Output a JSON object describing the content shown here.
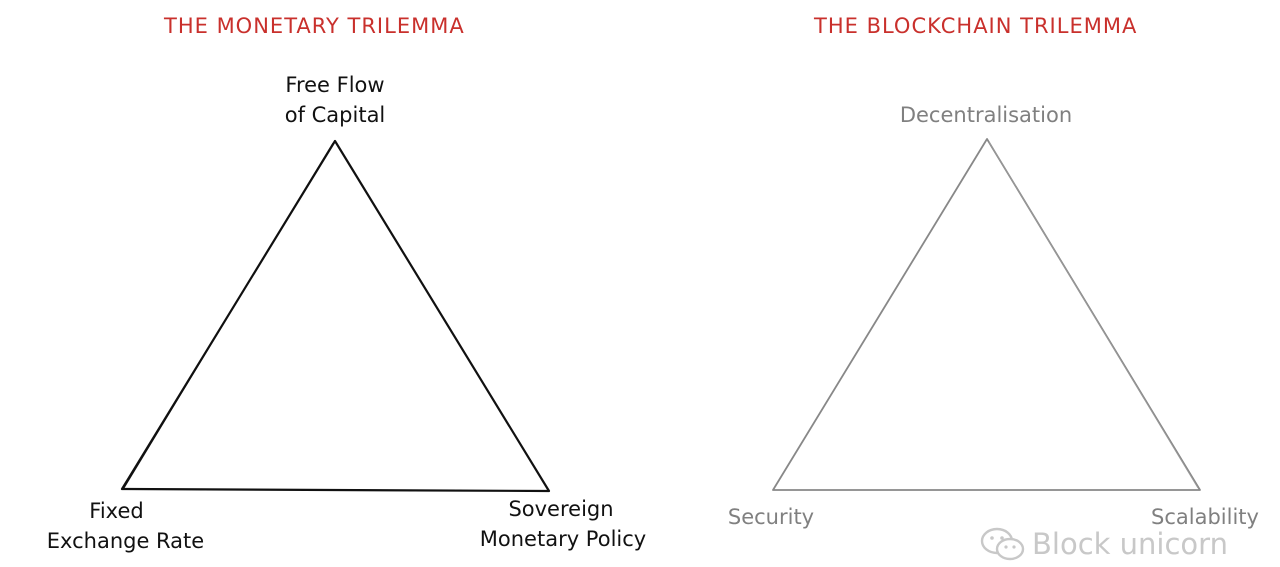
{
  "left": {
    "title": "THE MONETARY TRILEMMA",
    "top_line1": "Free Flow",
    "top_line2": "of Capital",
    "bl_line1": "Fixed",
    "bl_line2": "Exchange Rate",
    "br_line1": "Sovereign",
    "br_line2": "Monetary Policy"
  },
  "right": {
    "title": "THE BLOCKCHAIN TRILEMMA",
    "top": "Decentralisation",
    "bl": "Security",
    "br": "Scalability"
  },
  "watermark": {
    "text": "Block unicorn",
    "icon": "wechat-icon"
  },
  "colors": {
    "title": "#c9302c",
    "left_text": "#111111",
    "right_text": "#808080",
    "watermark": "#c8c8c8"
  }
}
